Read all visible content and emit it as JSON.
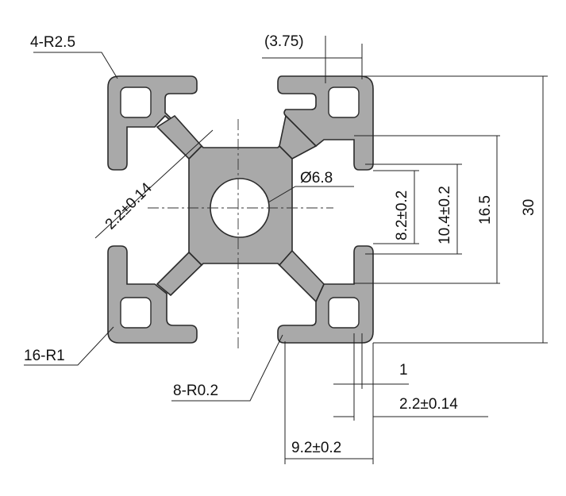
{
  "diagram": {
    "labels": {
      "corner_radius": "4-R2.5",
      "slot_depth_top": "(3.75)",
      "web_thickness": "2.2±0.14",
      "center_hole": "Ø6.8",
      "slot_opening": "8.2±0.2",
      "slot_inner_width": "10.4±0.2",
      "slot_width_outer": "16.5",
      "overall_size": "30",
      "inner_fillets": "16-R1",
      "small_fillets": "8-R0.2",
      "lip_gap": "1",
      "wall_thickness": "2.2±0.14",
      "slot_depth": "9.2±0.2"
    },
    "colors": {
      "profile_fill": "#a9a9a9",
      "outline": "#2b2b2b",
      "dimension_line": "#222222"
    }
  }
}
